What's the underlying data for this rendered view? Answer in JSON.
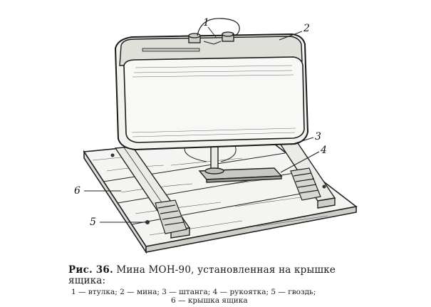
{
  "callouts": {
    "c1": "1",
    "c2": "2",
    "c3": "3",
    "c4": "4",
    "c5": "5",
    "c6": "6"
  },
  "caption": {
    "fig_label": "Рис. 36.",
    "title": "Мина МОН-90, установленная на крышке ящика:"
  },
  "legend": {
    "line1": "1 — втулка; 2 — мина; 3 — штанга; 4 — рукоятка; 5 — гвоздь;",
    "line2": "6 — крышка ящика"
  }
}
